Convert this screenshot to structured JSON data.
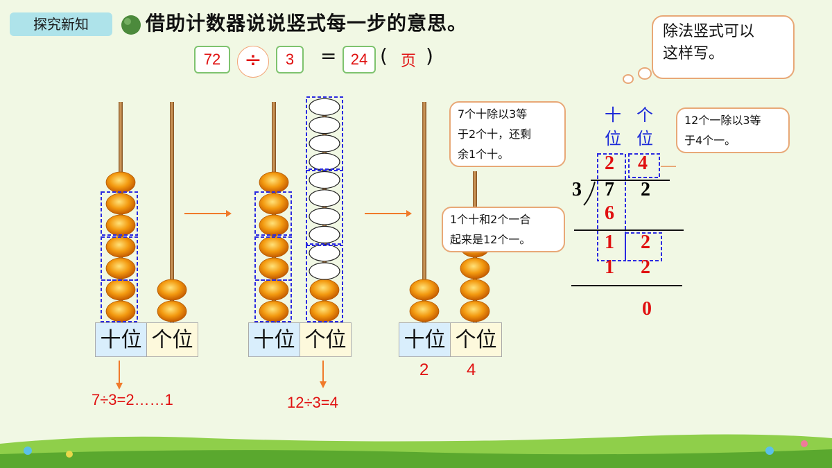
{
  "header": {
    "tag": "探究新知",
    "title": "借助计数器说说竖式每一步的意思。"
  },
  "equation": {
    "dividend": "72",
    "operator": "÷",
    "divisor": "3",
    "equals": "=",
    "quotient": "24",
    "unit_open": "(",
    "unit": "页",
    "unit_close": ")"
  },
  "thought": {
    "line1": "除法竖式可以",
    "line2": "这样写。"
  },
  "abacus": {
    "tens_label": "十位",
    "ones_label": "个位",
    "step1_calc": "7÷3=2……1",
    "step2_calc": "12÷3=4",
    "result_tens": "2",
    "result_ones": "4"
  },
  "callouts": {
    "first_line1": "7个十除以3等",
    "first_line2": "于2个十，还剩",
    "first_line3": "余1个十。",
    "second_line1": "1个十和2个一合",
    "second_line2": "起来是12个一。",
    "third_line1": "12个一除以3等",
    "third_line2": "于4个一。"
  },
  "longdiv": {
    "head_tens_1": "十",
    "head_tens_2": "位",
    "head_ones_1": "个",
    "head_ones_2": "位",
    "q_tens": "2",
    "q_ones": "4",
    "divisor": "3",
    "d_tens": "7",
    "d_ones": "2",
    "sub1": "6",
    "rem_tens": "1",
    "rem_ones": "2",
    "sub2_tens": "1",
    "sub2_ones": "2",
    "final": "0"
  },
  "colors": {
    "accent_red": "#e01010",
    "dashed_blue": "#2a2ae0",
    "bead_orange": "#f08a00",
    "tag_cyan": "#aee3ea"
  }
}
